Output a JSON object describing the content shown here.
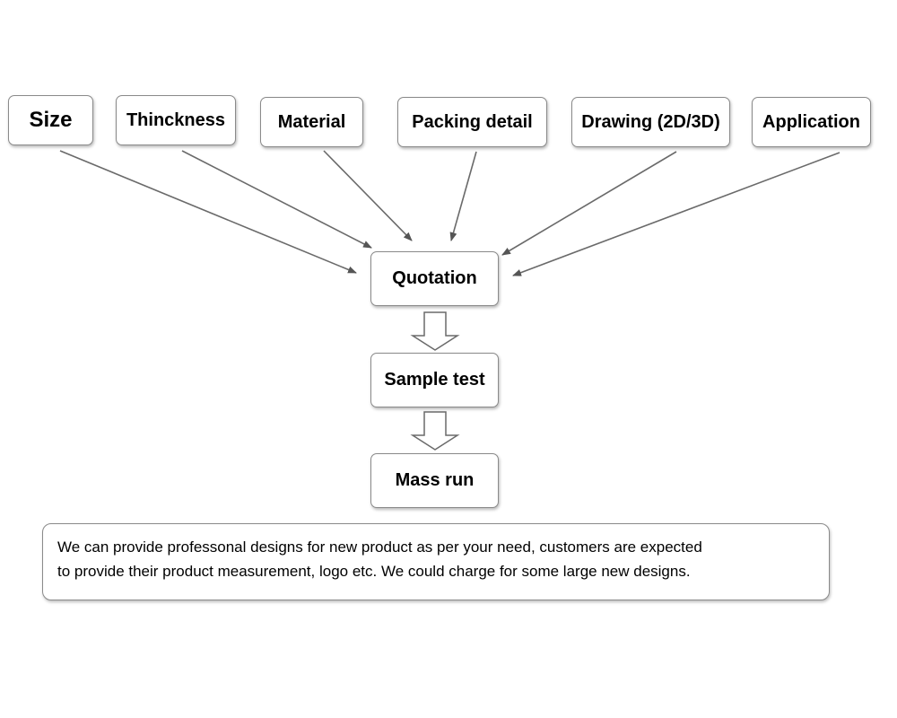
{
  "inputs": {
    "size": "Size",
    "thickness": "Thinckness",
    "material": "Material",
    "packing": "Packing detail",
    "drawing": "Drawing (2D/3D)",
    "application": "Application"
  },
  "steps": {
    "quotation": "Quotation",
    "sample_test": "Sample test",
    "mass_run": "Mass run"
  },
  "note": "We can provide professonal designs for new product  as per your need, customers are expected\nto provide their product measurement, logo etc. We could charge for some large new designs.",
  "colors": {
    "border": "#8a8a8a",
    "arrow": "#666666",
    "text": "#000000",
    "background": "#ffffff"
  }
}
